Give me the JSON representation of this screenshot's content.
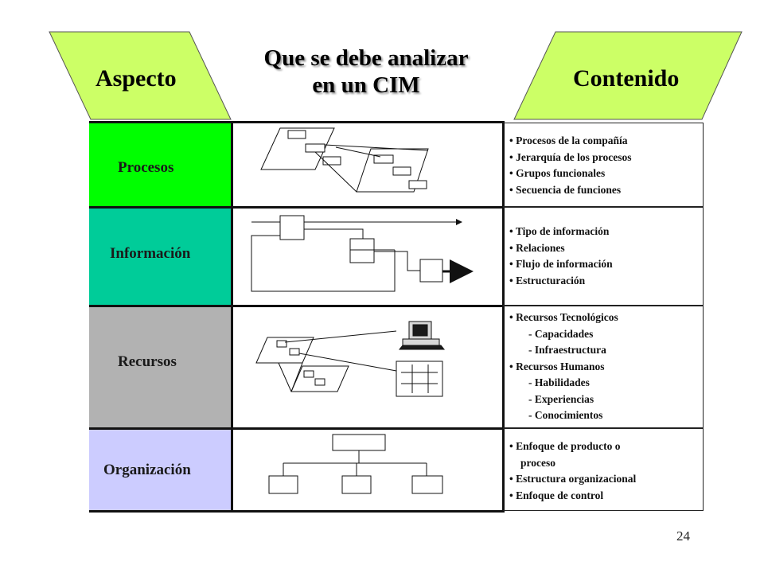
{
  "header": {
    "left_label": "Aspecto",
    "right_label": "Contenido",
    "title_lines": [
      "Que se debe analizar",
      "en un CIM"
    ],
    "banner_color": "#ccff66"
  },
  "rows": [
    {
      "aspect": "Procesos",
      "color": "#00ff00",
      "content": [
        {
          "text": "• Procesos de la compañía",
          "kind": "item"
        },
        {
          "text": "• Jerarquía de los procesos",
          "kind": "item"
        },
        {
          "text": "• Grupos funcionales",
          "kind": "item"
        },
        {
          "text": "• Secuencia de funciones",
          "kind": "item"
        }
      ]
    },
    {
      "aspect": "Información",
      "color": "#00cc99",
      "content": [
        {
          "text": "• Tipo de información",
          "kind": "item"
        },
        {
          "text": "• Relaciones",
          "kind": "item"
        },
        {
          "text": "• Flujo de información",
          "kind": "item"
        },
        {
          "text": "• Estructuración",
          "kind": "item"
        }
      ]
    },
    {
      "aspect": "Recursos",
      "color": "#b2b2b2",
      "content": [
        {
          "text": "• Recursos Tecnológicos",
          "kind": "item"
        },
        {
          "text": "- Capacidades",
          "kind": "sub"
        },
        {
          "text": "- Infraestructura",
          "kind": "sub"
        },
        {
          "text": "• Recursos Humanos",
          "kind": "item"
        },
        {
          "text": "- Habilidades",
          "kind": "sub"
        },
        {
          "text": "- Experiencias",
          "kind": "sub"
        },
        {
          "text": "- Conocimientos",
          "kind": "sub"
        }
      ]
    },
    {
      "aspect": "Organización",
      "color": "#ccccff",
      "content": [
        {
          "text": "• Enfoque de producto o",
          "kind": "item"
        },
        {
          "text": "proceso",
          "kind": "cont"
        },
        {
          "text": "• Estructura organizacional",
          "kind": "item"
        },
        {
          "text": "• Enfoque de control",
          "kind": "item"
        }
      ]
    }
  ],
  "diagram_icons": [
    "process-hierarchy-icon",
    "information-flow-icon",
    "resources-computer-icon",
    "org-chart-icon"
  ],
  "page_number": "24"
}
